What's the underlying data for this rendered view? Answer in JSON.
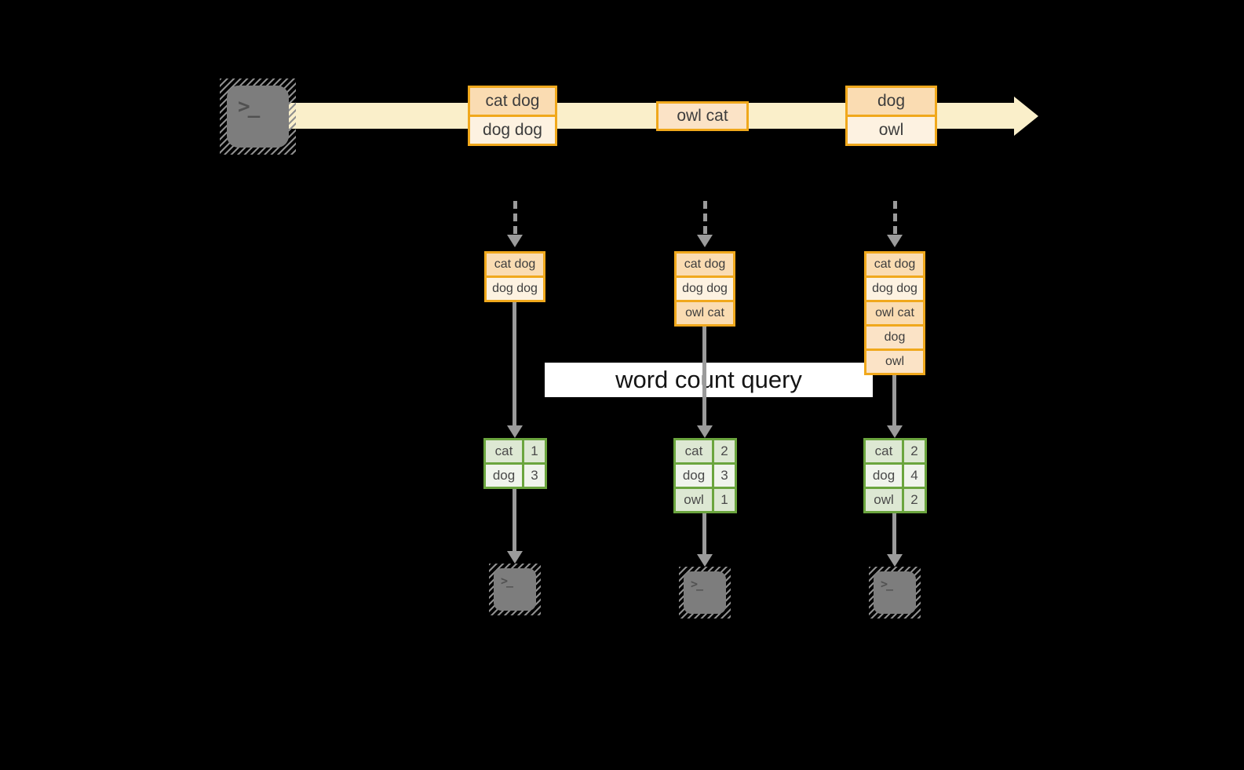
{
  "query_label": "word count query",
  "icons": {
    "terminal_glyph": ">_"
  },
  "colors": {
    "background": "#000000",
    "stream_band": "#FAEFCA",
    "event_border": "#F0A81C",
    "event_fill_dark": "#FADCB2",
    "event_fill_light": "#FDF2E1",
    "table_border": "#6BA53E",
    "table_fill_dark": "#DDE8D3",
    "table_fill_light": "#F0F4EC",
    "arrow_gray": "#9B9B9B",
    "terminal_gray": "#7D7D7D"
  },
  "stream": {
    "events": [
      [
        "cat dog",
        "dog dog"
      ],
      [
        "owl cat"
      ],
      [
        "dog",
        "owl"
      ]
    ]
  },
  "columns": [
    {
      "buffer": [
        "cat dog",
        "dog dog"
      ],
      "counts": [
        {
          "word": "cat",
          "count": "1"
        },
        {
          "word": "dog",
          "count": "3"
        }
      ]
    },
    {
      "buffer": [
        "cat dog",
        "dog dog",
        "owl cat"
      ],
      "counts": [
        {
          "word": "cat",
          "count": "2"
        },
        {
          "word": "dog",
          "count": "3"
        },
        {
          "word": "owl",
          "count": "1"
        }
      ]
    },
    {
      "buffer": [
        "cat dog",
        "dog dog",
        "owl cat",
        "dog",
        "owl"
      ],
      "counts": [
        {
          "word": "cat",
          "count": "2"
        },
        {
          "word": "dog",
          "count": "4"
        },
        {
          "word": "owl",
          "count": "2"
        }
      ]
    }
  ]
}
